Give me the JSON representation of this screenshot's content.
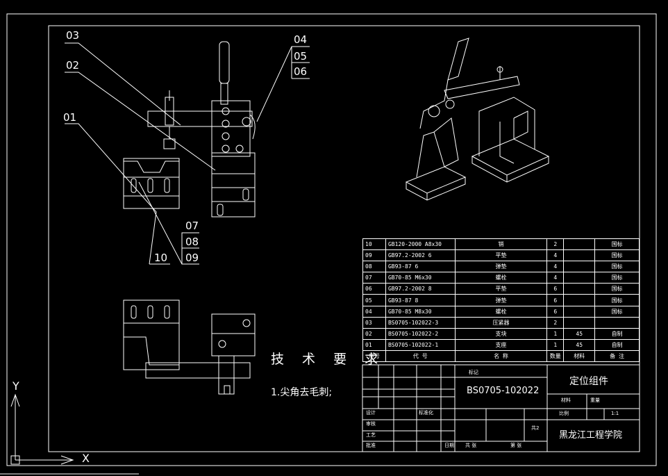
{
  "balloons": [
    "03",
    "02",
    "01",
    "04",
    "05",
    "06",
    "07",
    "08",
    "09",
    "10"
  ],
  "tech_requirements": {
    "title": "技 术 要 求",
    "item1": "1.尖角去毛刺;"
  },
  "bom_rows": [
    {
      "no": "10",
      "code": "GB120-2000 A8x30",
      "name": "销",
      "qty": "2",
      "mat": "",
      "note": "国标"
    },
    {
      "no": "09",
      "code": "GB97.2-2002 6",
      "name": "平垫",
      "qty": "4",
      "mat": "",
      "note": "国标"
    },
    {
      "no": "08",
      "code": "GB93-87 6",
      "name": "弹垫",
      "qty": "4",
      "mat": "",
      "note": "国标"
    },
    {
      "no": "07",
      "code": "GB70-85 M6x30",
      "name": "螺栓",
      "qty": "4",
      "mat": "",
      "note": "国标"
    },
    {
      "no": "06",
      "code": "GB97.2-2002 8",
      "name": "平垫",
      "qty": "6",
      "mat": "",
      "note": "国标"
    },
    {
      "no": "05",
      "code": "GB93-87 8",
      "name": "弹垫",
      "qty": "6",
      "mat": "",
      "note": "国标"
    },
    {
      "no": "04",
      "code": "GB70-85 M8x30",
      "name": "螺栓",
      "qty": "6",
      "mat": "",
      "note": "国标"
    },
    {
      "no": "03",
      "code": "BS0705-102022-3",
      "name": "压紧器",
      "qty": "2",
      "mat": "",
      "note": ""
    },
    {
      "no": "02",
      "code": "BS0705-102022-2",
      "name": "支块",
      "qty": "1",
      "mat": "45",
      "note": "自制"
    },
    {
      "no": "01",
      "code": "BS0705-102022-1",
      "name": "支座",
      "qty": "1",
      "mat": "45",
      "note": "自制"
    }
  ],
  "bom_header": {
    "no": "序号",
    "code": "代 号",
    "name": "名 称",
    "qty": "数量",
    "mat": "材料",
    "note": "备 注"
  },
  "title_block": {
    "drawing_no": "BS0705-102022",
    "part_name": "定位组件",
    "school": "黑龙江工程学院",
    "scale": "1:1",
    "sheet_label": "共2",
    "material_label": "材料",
    "weight_label": "重量",
    "scale_label": "比例",
    "design": "设计",
    "check": "审核",
    "process": "工艺",
    "approve": "批准",
    "std": "标准化",
    "date": "日期",
    "sheet": "共 张",
    "page": "第 张",
    "tag": "标记"
  },
  "axis_labels": {
    "x": "X",
    "y": "Y"
  }
}
